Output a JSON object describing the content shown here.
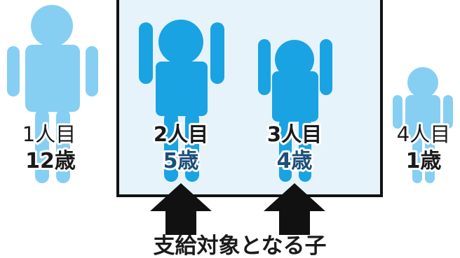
{
  "children": [
    {
      "ordinal": "1人目",
      "age": "12歳",
      "highlighted": false,
      "pose": "standing",
      "color": "#86cff3"
    },
    {
      "ordinal": "2人目",
      "age": "5歳",
      "highlighted": true,
      "pose": "arms-raised",
      "color": "#1aa3e2"
    },
    {
      "ordinal": "3人目",
      "age": "4歳",
      "highlighted": true,
      "pose": "arms-raised",
      "color": "#1aa3e2"
    },
    {
      "ordinal": "4人目",
      "age": "1歳",
      "highlighted": false,
      "pose": "standing",
      "color": "#86cff3"
    }
  ],
  "highlight_box": {
    "fill": "#e6f3fb",
    "border": "#111111"
  },
  "caption": "支給対象となる子",
  "colors": {
    "label_dark": "#1a1a1a",
    "label_blue": "#1d4f7a",
    "arrow": "#111111"
  }
}
